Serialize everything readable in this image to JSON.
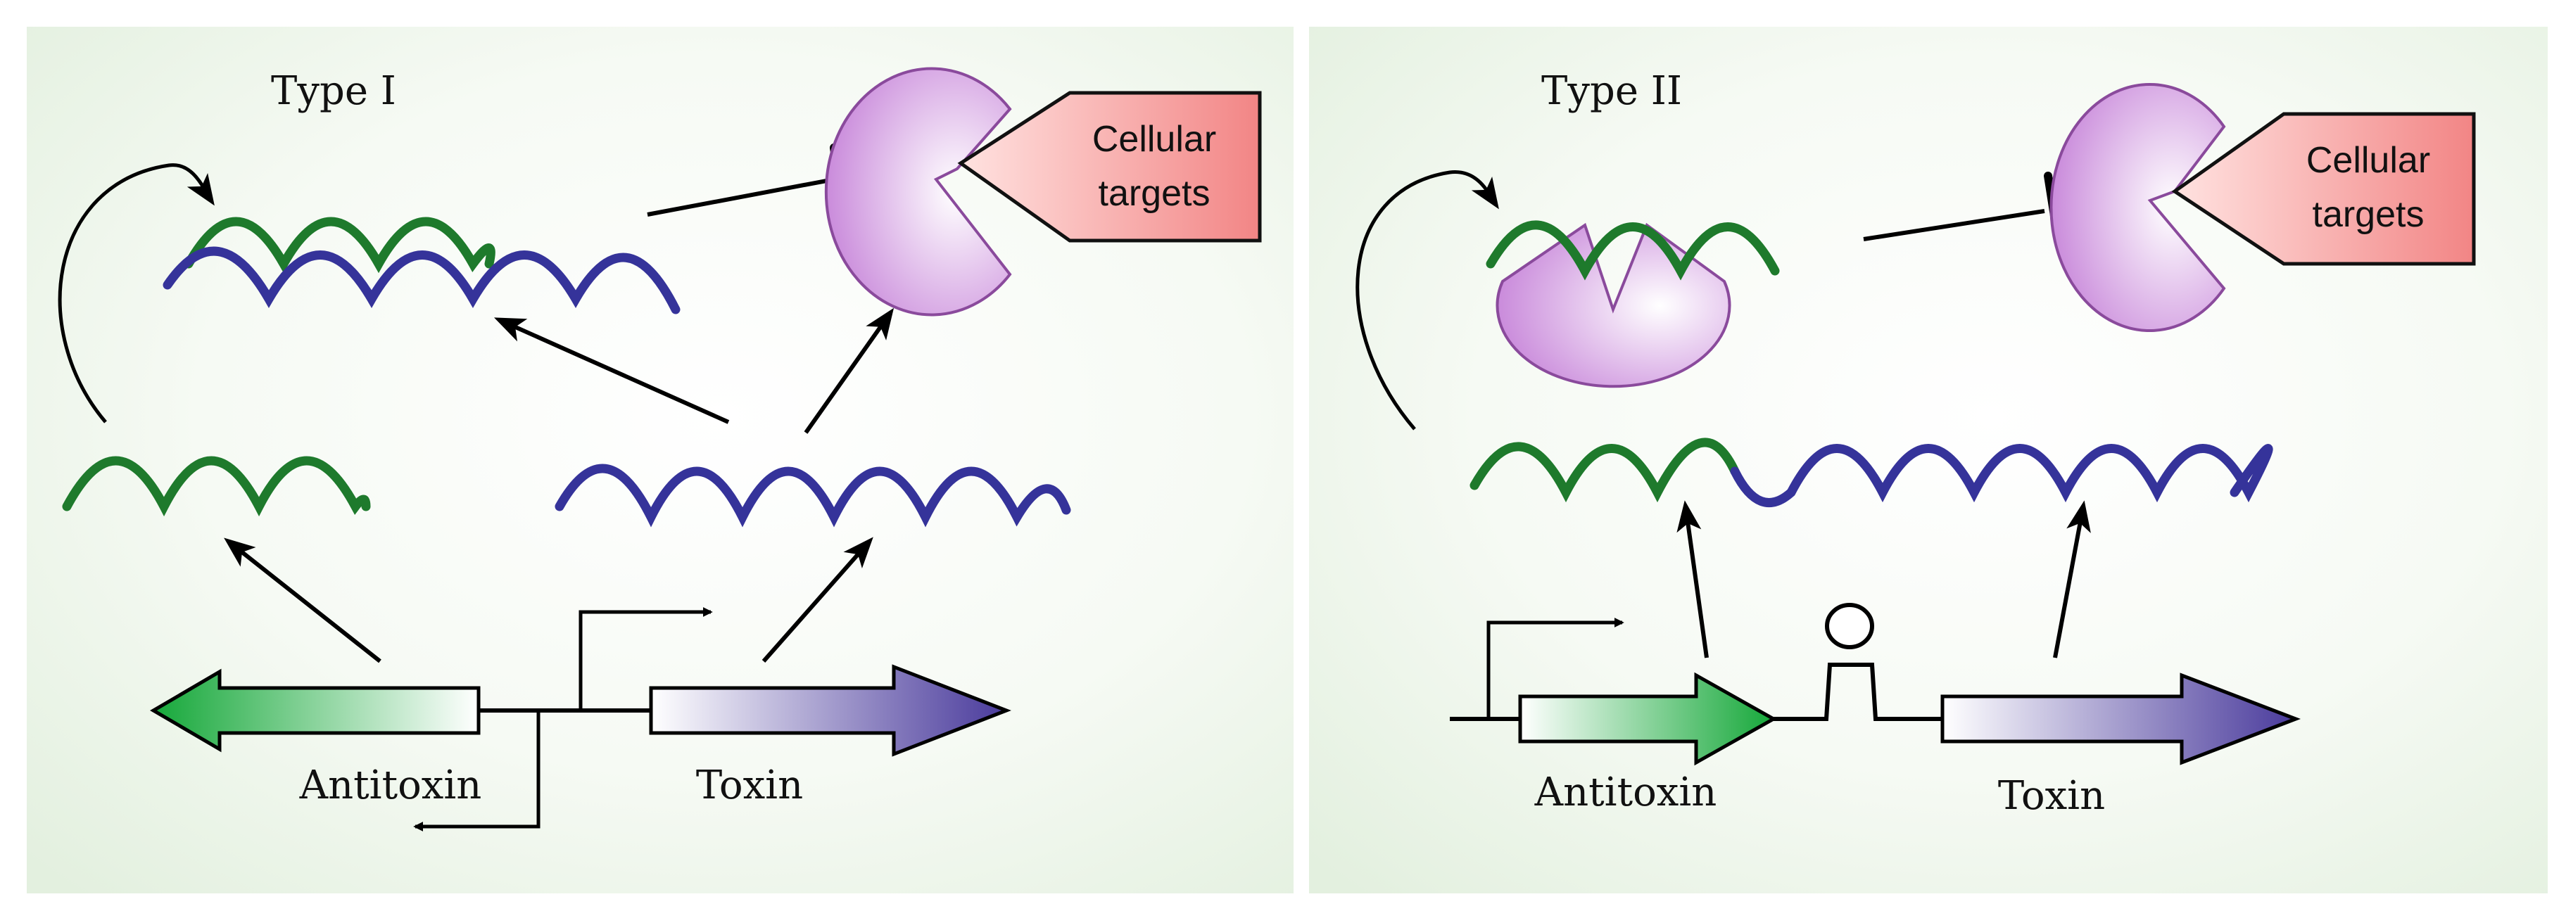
{
  "panels": {
    "type_one": {
      "title": "Type I",
      "target_label_line1": "Cellular",
      "target_label_line2": "targets",
      "antitoxin_label": "Antitoxin",
      "toxin_label": "Toxin"
    },
    "type_two": {
      "title": "Type II",
      "target_label_line1": "Cellular",
      "target_label_line2": "targets",
      "antitoxin_label": "Antitoxin",
      "toxin_label": "Toxin"
    }
  },
  "colors": {
    "antitoxin_rna": "#1f7a2e",
    "toxin_rna": "#37359a",
    "antitoxin_gene_fill": "#2fb24a",
    "toxin_gene_fill": "#5a4aa6",
    "protein": "#c98bd8",
    "target_fill": "#f49a9a",
    "panel_bg": "#e9f3e6"
  }
}
